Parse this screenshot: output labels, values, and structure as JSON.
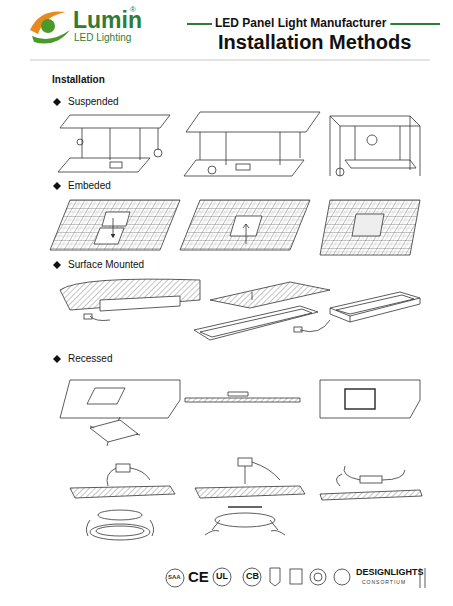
{
  "diagram": {
    "title": "Installation Methods",
    "labels": [
      "Lumin",
      "®",
      "LED Lighting",
      "LED Panel Light Manufacturer",
      "Installation",
      "Suspended",
      "Embeded",
      "Surface Mounted",
      "Recessed",
      "SAA",
      "CE",
      "UL",
      "CB",
      "DESIGNLIGHTS",
      "CONSORTIUM"
    ]
  }
}
